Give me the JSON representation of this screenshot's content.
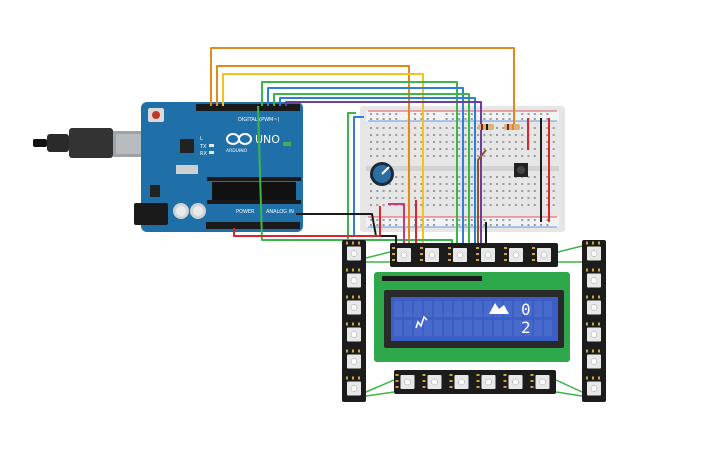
{
  "arduino": {
    "model_label": "UNO",
    "brand_label": "ARDUINO",
    "digital_label": "DIGITAL (PWM~)",
    "power_label": "POWER",
    "analog_label": "ANALOG IN",
    "tx_label": "TX",
    "rx_label": "RX",
    "l_label": "L",
    "board_color": "#1f6fa8"
  },
  "lcd": {
    "line1_value": "0",
    "line2_value": "2",
    "screen_color": "#3b5fc6",
    "pcb_color": "#2ea84a"
  },
  "breadboard": {
    "body_color": "#e6e6e6"
  },
  "led_strips": {
    "count": 4,
    "pixel_color": "#e8e8e8",
    "body_color": "#1c1c1c"
  },
  "wire_colors": {
    "orange": "#e08a1e",
    "yellow": "#f0c419",
    "green": "#3cb54a",
    "blue": "#2f7fd6",
    "purple": "#6a3fa0",
    "red": "#d8262a",
    "black": "#1a1a1a",
    "brown": "#8b5a2b",
    "pink": "#c8387a"
  }
}
